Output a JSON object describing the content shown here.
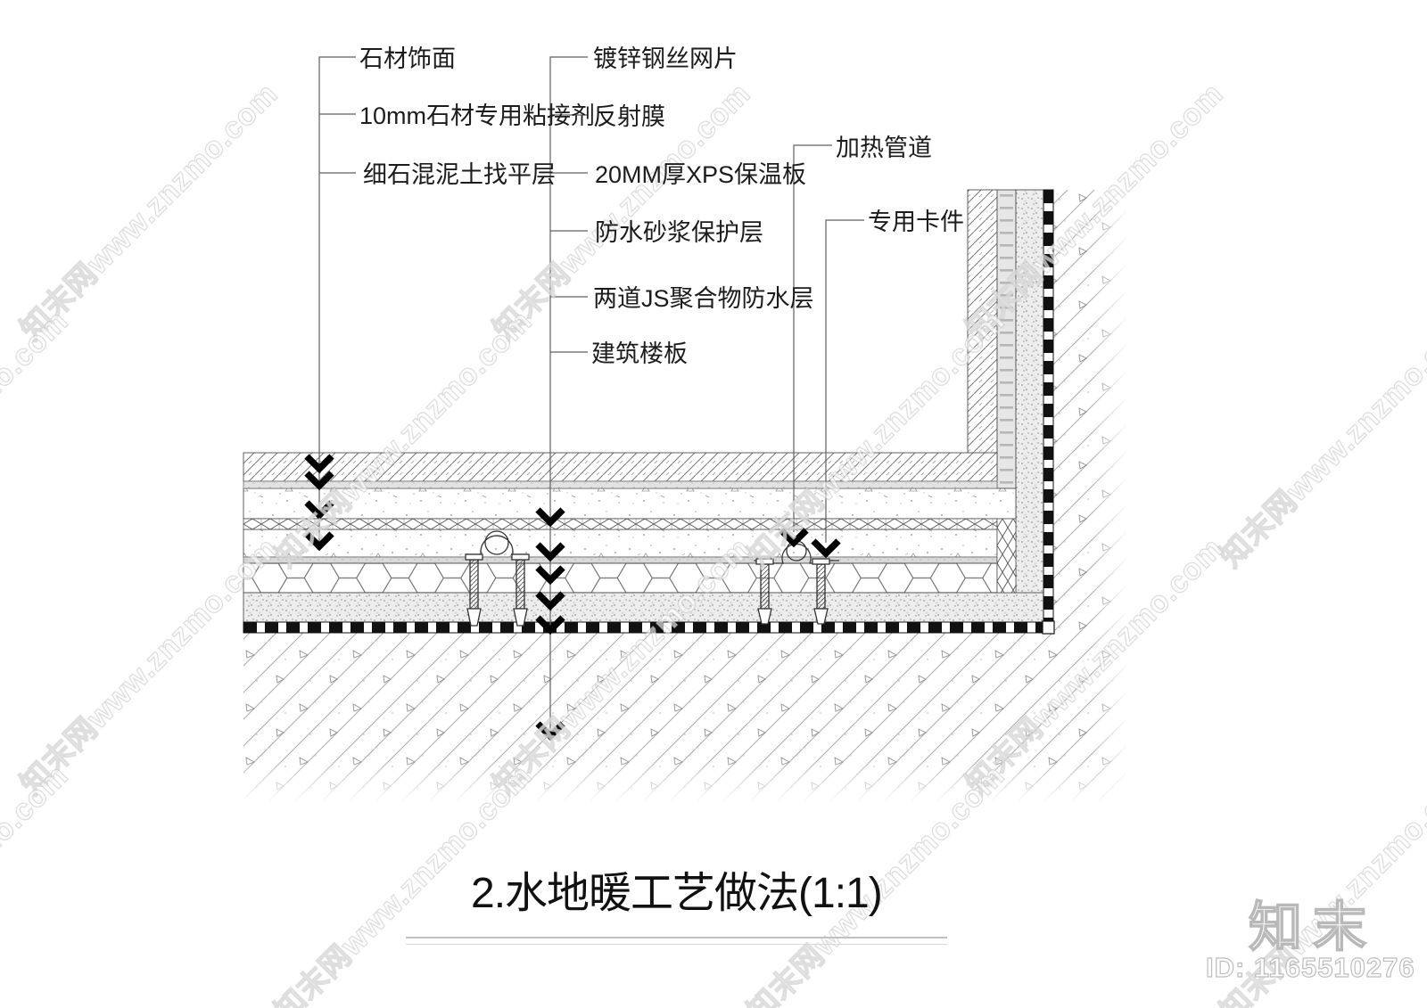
{
  "watermark": {
    "text": "知末网www.znzmo.com"
  },
  "layers": {
    "left": [
      "石材饰面",
      "10mm石材专用粘接剂",
      "细石混泥土找平层"
    ],
    "middle": [
      "镀锌钢丝网片",
      "反射膜",
      "20MM厚XPS保温板",
      "防水砂浆保护层",
      "两道JS聚合物防水层",
      "建筑楼板"
    ],
    "right": [
      "加热管道",
      "专用卡件"
    ]
  },
  "title": {
    "text": "2.水地暖工艺做法(1:1)"
  },
  "branding": {
    "logo_text": "知末",
    "id_text": "ID: 1165510276"
  },
  "colors": {
    "line_black": "#000000",
    "leader_gray": "#5f5f5f",
    "hatch_gray": "#a3a3a3",
    "membrane_black": "#111111",
    "band_gray": "#e4e4e4"
  }
}
